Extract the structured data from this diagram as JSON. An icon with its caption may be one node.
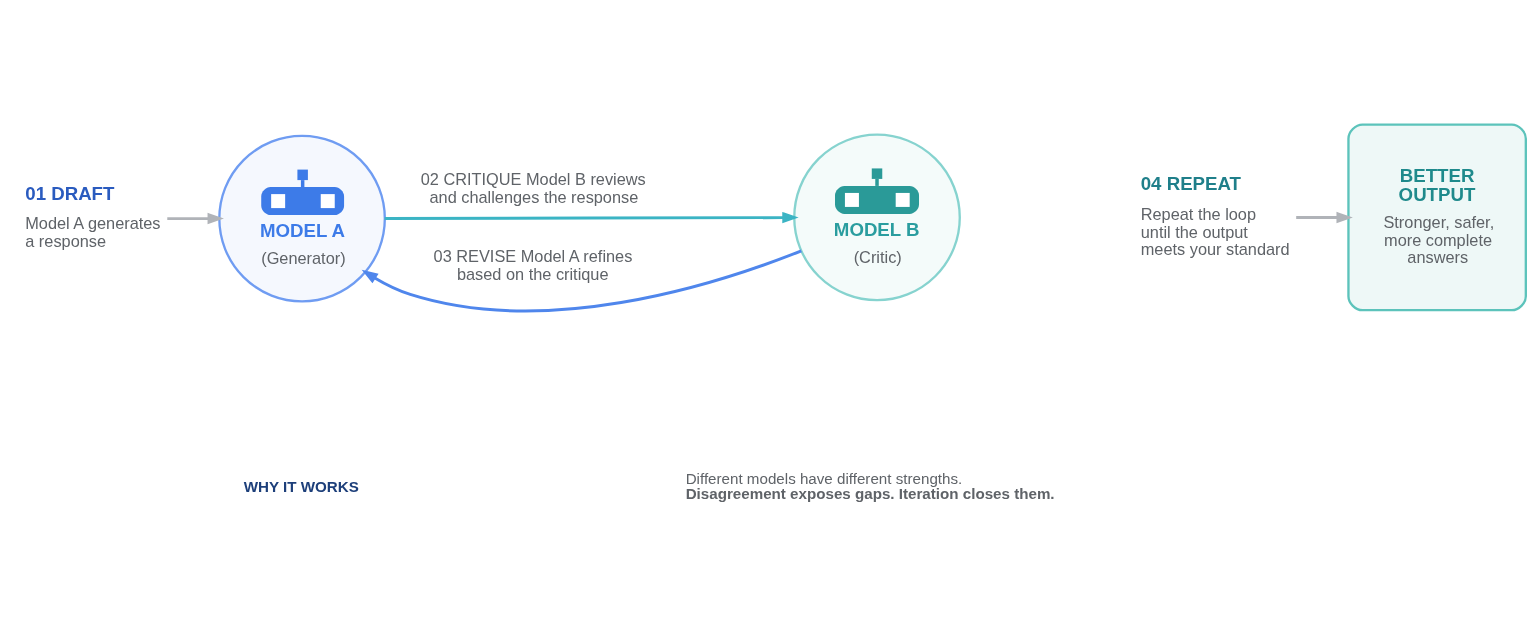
{
  "diagram": {
    "nodes": [
      {
        "text": [
          "01 DRAFT",
          "Model A generates a response"
        ]
      },
      {
        "text": [
          "MODEL A",
          "(Generator)"
        ]
      },
      {
        "text": [
          "MODEL B",
          "(Critic)"
        ]
      },
      {
        "text": [
          "04 REPEAT",
          "Repeat the loop until the output meets your standard"
        ]
      },
      {
        "text": [
          "BETTER OUTPUT",
          "Stronger, safer, more complete answers"
        ]
      }
    ],
    "edges": [
      {
        "from": 0,
        "to": 1,
        "arrow": "to"
      },
      {
        "from": 1,
        "to": 2,
        "arrow": "to",
        "label": "02 CRITIQUE Model B reviews and challenges the response",
        "color": "#3bb4c4"
      },
      {
        "from": 2,
        "to": 1,
        "arrow": "to",
        "label": "03 REVISE Model A refines based on the critique",
        "color": "#4f86ec"
      },
      {
        "from": 3,
        "to": 4,
        "arrow": "to"
      }
    ],
    "labels": [
      "WHY IT WORKS",
      "Different models have different strengths. **Disagreement exposes gaps. Iteration closes them.**"
    ]
  }
}
